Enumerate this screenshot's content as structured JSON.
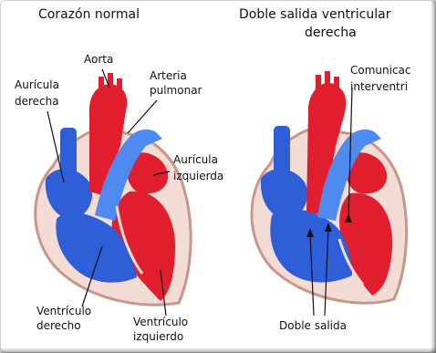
{
  "left_panel": {
    "title": "Corazón normal",
    "labels": {
      "aorta": "Aorta",
      "arteria_1": "Arteria",
      "arteria_2": "pulmonar",
      "auricula_derecha_1": "Aurícula",
      "auricula_derecha_2": "derecha",
      "auricula_izquierda_1": "Aurícula",
      "auricula_izquierda_2": "izquierda",
      "ventriculo_derecho_1": "Ventrículo",
      "ventriculo_derecho_2": "derecho",
      "ventriculo_izquierdo_1": "Ventrículo",
      "ventriculo_izquierdo_2": "izquierdo"
    }
  },
  "right_panel": {
    "title_1": "Doble salida ventricular",
    "title_2": "derecha",
    "labels": {
      "comunicacion_1": "Comunicac",
      "comunicacion_2": "interventri",
      "doble_salida": "Doble salida"
    }
  },
  "colors": {
    "oxygen_poor": "#2f5fd8",
    "oxygen_rich": "#e01e2e",
    "outline": "#c9968a",
    "leader": "#111111"
  }
}
